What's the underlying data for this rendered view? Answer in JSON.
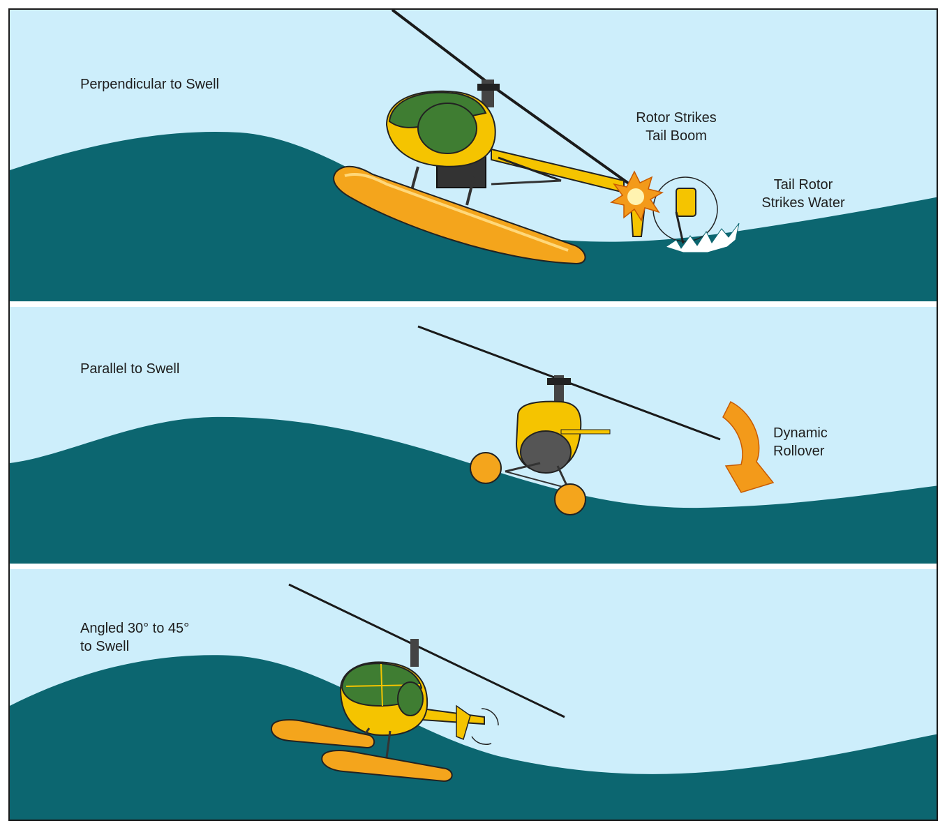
{
  "colors": {
    "sky": "#cdeefb",
    "water": "#0c6670",
    "fuselage": "#f5c400",
    "canopy": "#3f7d32",
    "float": "#f4a51c",
    "rotor": "#1a1a1a",
    "arrow": "#f39a1a"
  },
  "panels": [
    {
      "title": "Perpendicular to Swell",
      "callouts": [
        {
          "text": "Rotor Strikes\nTail Boom"
        },
        {
          "text": "Tail Rotor\nStrikes Water"
        }
      ]
    },
    {
      "title": "Parallel to Swell",
      "callouts": [
        {
          "text": "Dynamic\nRollover"
        }
      ]
    },
    {
      "title": "Angled 30° to 45°\nto Swell",
      "callouts": []
    }
  ],
  "icons": [
    "helicopter-perpendicular-icon",
    "helicopter-parallel-icon",
    "helicopter-angled-icon",
    "impact-burst-icon",
    "water-splash-icon",
    "rollover-arrow-icon"
  ]
}
